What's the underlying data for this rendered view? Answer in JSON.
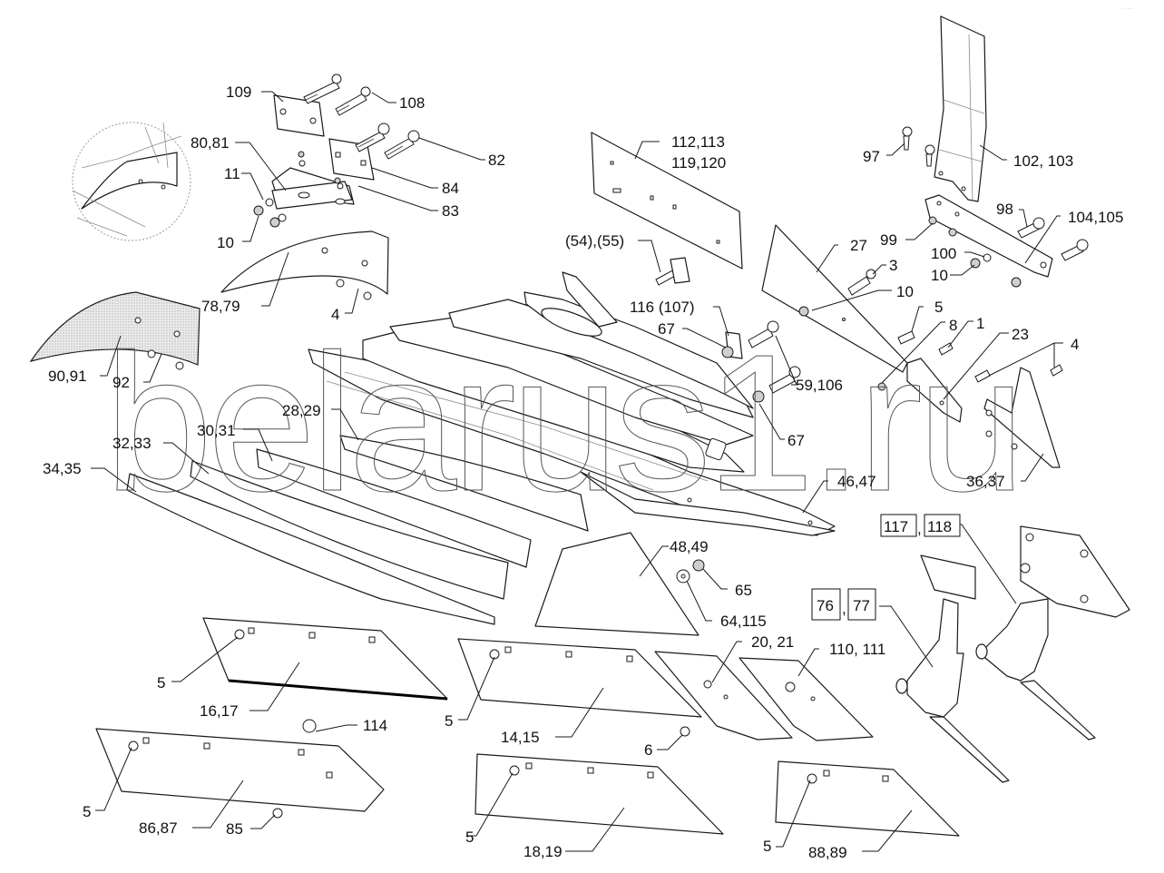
{
  "diagram": {
    "type": "exploded-parts-diagram",
    "subject": "plough body assembly",
    "watermark": "belarus1.ru",
    "corner_mark": "‥ ‥‥",
    "labels": [
      {
        "id": "lbl-109",
        "text": "109"
      },
      {
        "id": "lbl-108",
        "text": "108"
      },
      {
        "id": "lbl-80-81",
        "text": "80,81"
      },
      {
        "id": "lbl-82",
        "text": "82"
      },
      {
        "id": "lbl-11",
        "text": "11"
      },
      {
        "id": "lbl-84",
        "text": "84"
      },
      {
        "id": "lbl-83",
        "text": "83"
      },
      {
        "id": "lbl-10a",
        "text": "10"
      },
      {
        "id": "lbl-78-79",
        "text": "78,79"
      },
      {
        "id": "lbl-4a",
        "text": "4"
      },
      {
        "id": "lbl-90-91",
        "text": "90,91"
      },
      {
        "id": "lbl-92",
        "text": "92"
      },
      {
        "id": "lbl-112-113",
        "text": "112,113"
      },
      {
        "id": "lbl-119-120",
        "text": "119,120"
      },
      {
        "id": "lbl-54-55",
        "text": "(54),(55)"
      },
      {
        "id": "lbl-116-107",
        "text": "116 (107)"
      },
      {
        "id": "lbl-67a",
        "text": "67"
      },
      {
        "id": "lbl-59-106",
        "text": "59,106"
      },
      {
        "id": "lbl-67b",
        "text": "67"
      },
      {
        "id": "lbl-27",
        "text": "27"
      },
      {
        "id": "lbl-3",
        "text": "3"
      },
      {
        "id": "lbl-10b",
        "text": "10"
      },
      {
        "id": "lbl-5a",
        "text": "5"
      },
      {
        "id": "lbl-8",
        "text": "8"
      },
      {
        "id": "lbl-1",
        "text": "1"
      },
      {
        "id": "lbl-23",
        "text": "23"
      },
      {
        "id": "lbl-4b",
        "text": "4"
      },
      {
        "id": "lbl-97",
        "text": "97"
      },
      {
        "id": "lbl-102-103",
        "text": "102, 103"
      },
      {
        "id": "lbl-98",
        "text": "98"
      },
      {
        "id": "lbl-104-105",
        "text": "104,105"
      },
      {
        "id": "lbl-99",
        "text": "99"
      },
      {
        "id": "lbl-100",
        "text": "100"
      },
      {
        "id": "lbl-10c",
        "text": "10"
      },
      {
        "id": "lbl-36-37",
        "text": "36,37"
      },
      {
        "id": "lbl-28-29",
        "text": "28,29"
      },
      {
        "id": "lbl-30-31",
        "text": "30,31"
      },
      {
        "id": "lbl-32-33",
        "text": "32,33"
      },
      {
        "id": "lbl-34-35",
        "text": "34,35"
      },
      {
        "id": "lbl-46-47",
        "text": "46,47"
      },
      {
        "id": "lbl-48-49",
        "text": "48,49"
      },
      {
        "id": "lbl-65",
        "text": "65"
      },
      {
        "id": "lbl-64-115",
        "text": "64,115"
      },
      {
        "id": "lbl-20-21",
        "text": "20, 21"
      },
      {
        "id": "lbl-110-111",
        "text": "110, 111"
      },
      {
        "id": "lbl-5b",
        "text": "5"
      },
      {
        "id": "lbl-16-17",
        "text": "16,17"
      },
      {
        "id": "lbl-114",
        "text": "114"
      },
      {
        "id": "lbl-5c",
        "text": "5"
      },
      {
        "id": "lbl-86-87",
        "text": "86,87"
      },
      {
        "id": "lbl-85",
        "text": "85"
      },
      {
        "id": "lbl-5d",
        "text": "5"
      },
      {
        "id": "lbl-14-15",
        "text": "14,15"
      },
      {
        "id": "lbl-6",
        "text": "6"
      },
      {
        "id": "lbl-5e",
        "text": "5"
      },
      {
        "id": "lbl-18-19",
        "text": "18,19"
      },
      {
        "id": "lbl-5f",
        "text": "5"
      },
      {
        "id": "lbl-88-89",
        "text": "88,89"
      }
    ],
    "boxed_labels": {
      "b117": "117",
      "b118": "118",
      "b76": "76",
      "b77": "77",
      "sep": ","
    }
  }
}
